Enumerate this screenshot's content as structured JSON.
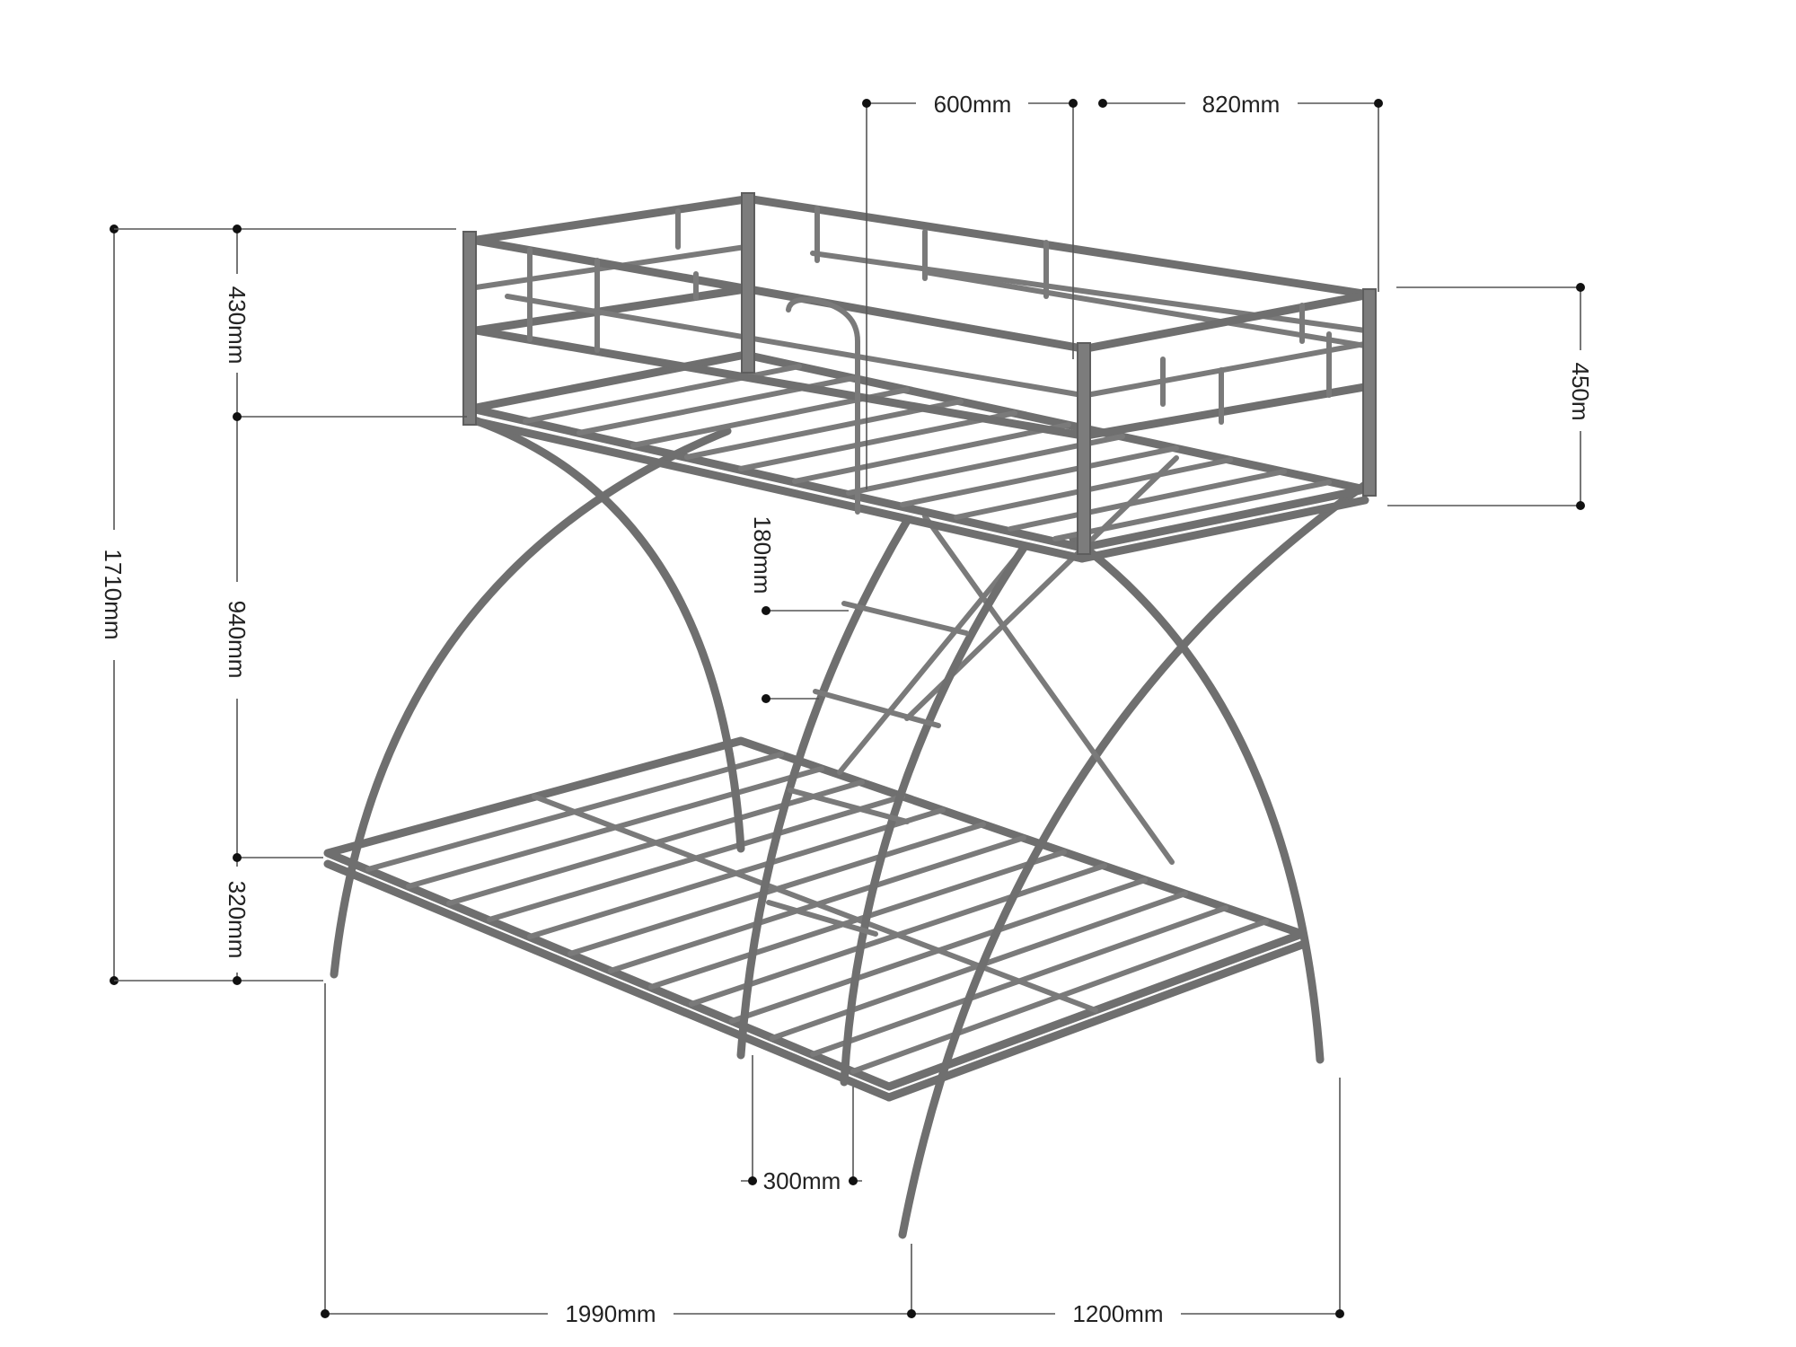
{
  "dimensions": {
    "top_upper_length": "600mm",
    "top_width": "820mm",
    "upper_rail_height": "430mm",
    "right_rail_height": "450m",
    "overall_height": "1710mm",
    "mid_clearance": "940mm",
    "lower_height": "320mm",
    "ladder_step": "180mm",
    "ladder_width": "300mm",
    "overall_length": "1990mm",
    "overall_width": "1200mm"
  },
  "colors": {
    "frame": "#6f6f6f",
    "dimension_line": "#555555"
  }
}
